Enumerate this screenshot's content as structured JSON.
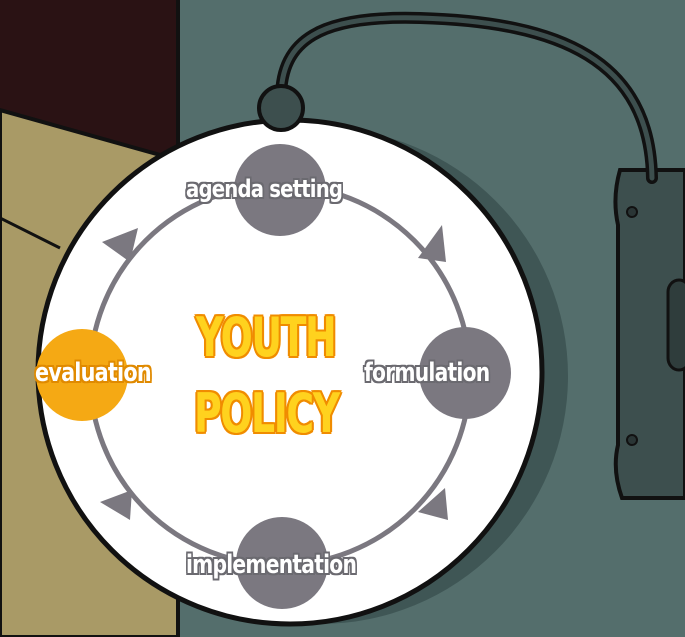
{
  "diagram": {
    "title_line1": "YOUTH",
    "title_line2": "POLICY",
    "stages": {
      "agenda_setting": "agenda setting",
      "formulation": "formulation",
      "implementation": "implementation",
      "evaluation": "evaluation"
    }
  },
  "colors": {
    "wall": "#546e6c",
    "door_dark": "#2a1214",
    "door_tan": "#a99a66",
    "disc": "#ffffff",
    "node_gray": "#7b7880",
    "node_highlight": "#f5a914",
    "title_fill": "#ffd21e",
    "title_outline": "#f08c00"
  }
}
